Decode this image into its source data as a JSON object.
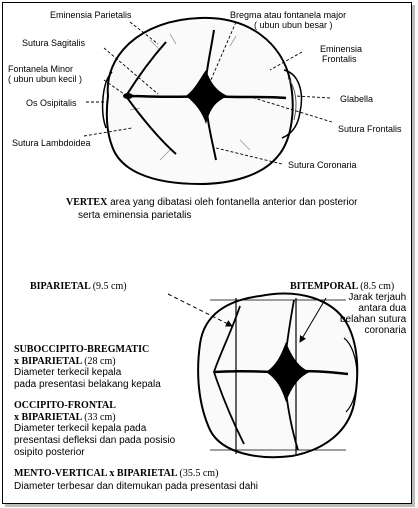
{
  "top_diagram": {
    "labels": {
      "eminensia_parietalis": "Eminensia Parietalis",
      "sutura_sagitalis": "Sutura Sagitalis",
      "fontanela_minor_1": "Fontanela Minor",
      "fontanela_minor_2": "( ubun ubun kecil )",
      "os_osipitalis": "Os Osipitalis",
      "sutura_lambdoidea": "Sutura Lambdoidea",
      "bregma_1": "Bregma atau fontanela major",
      "bregma_2": "( ubun ubun besar )",
      "eminensia_frontalis_1": "Eminensia",
      "eminensia_frontalis_2": "Frontalis",
      "glabella": "Glabella",
      "sutura_frontalis": "Sutura Frontalis",
      "sutura_coronaria": "Sutura Coronaria"
    },
    "caption": {
      "term": "VERTEX",
      "line1": "area yang dibatasi oleh fontanella anterior dan posterior",
      "line2": "serta eminensia parietalis"
    }
  },
  "bottom_diagram": {
    "biparietal": {
      "name": "BIPARIETAL",
      "dim": "(9.5 cm)"
    },
    "bitemporal": {
      "name": "BITEMPORAL",
      "dim": "(8.5 cm)"
    },
    "bitemporal_note": [
      "Jarak terjauh",
      "antara dua",
      "belahan sutura",
      "coronaria"
    ],
    "suboccipito": {
      "name1": "SUBOCCIPITO-BREGMATIC",
      "name2": "x BIPARIETAL",
      "dim": "(28 cm)",
      "desc": [
        "Diameter terkecil kepala",
        "pada presentasi belakang kepala"
      ]
    },
    "occipito": {
      "name1": "OCCIPITO-FRONTAL",
      "name2": "x BIPARIETAL",
      "dim": "(33 cm)",
      "desc": [
        "Diameter terkecil kepala pada",
        "presentasi defleksi dan pada posisio",
        "osipito posterior"
      ]
    },
    "mento": {
      "name": "MENTO-VERTICAL x BIPARIETAL",
      "dim": "(35.5 cm)",
      "desc": "Diameter terbesar dan ditemukan pada presentasi dahi"
    }
  }
}
